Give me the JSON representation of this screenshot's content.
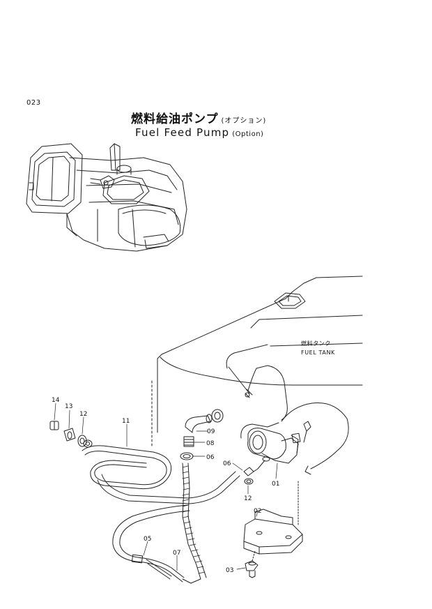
{
  "page_number": "023",
  "title_jp": "燃料給油ポンプ",
  "title_jp_option": "(オプション)",
  "title_en": "Fuel Feed Pump",
  "title_en_option": "(Option)",
  "tank_label_jp": "燃料タンク",
  "tank_label_en": "FUEL TANK",
  "part_labels": {
    "p14": "14",
    "p13": "13",
    "p12a": "12",
    "p11": "11",
    "p09": "09",
    "p08": "08",
    "p06a": "06",
    "p06b": "06",
    "p12b": "12",
    "p01": "01",
    "p02": "02",
    "p05": "05",
    "p07": "07",
    "p03": "03"
  }
}
